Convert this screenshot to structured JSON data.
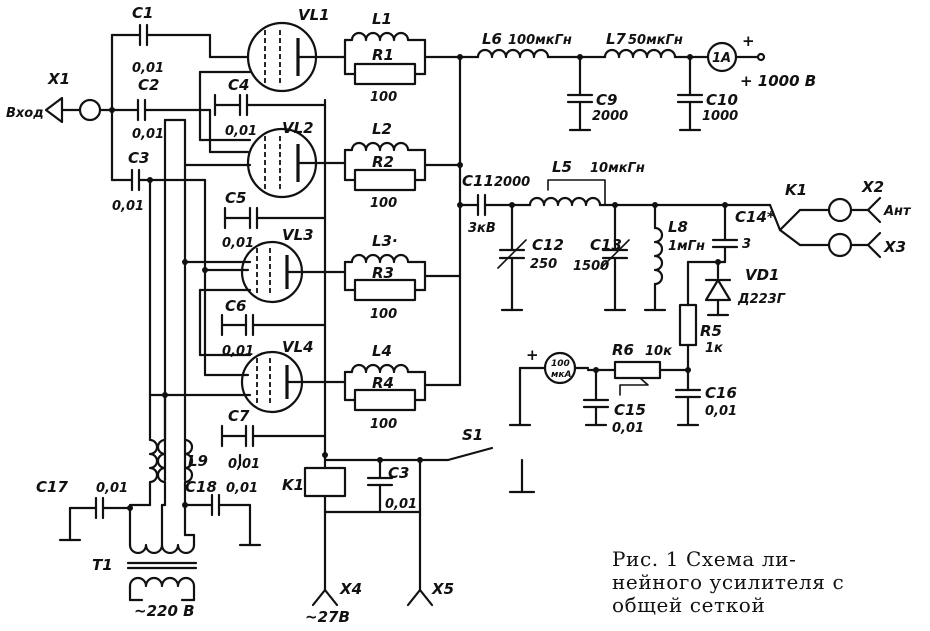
{
  "labels": {
    "X1": "X1",
    "vhod": "Вход",
    "X2": "X2",
    "ant": "Ант",
    "X3": "X3",
    "X4": "X4",
    "X5": "X5",
    "v27": "~27В",
    "v220": "~220 В",
    "v1000": "+ 1000 В",
    "plus": "+",
    "plus2": "+",
    "C1": "C1",
    "C1v": "0,01",
    "C2": "C2",
    "C2v": "0,01",
    "C3a": "C3",
    "C3av": "0,01",
    "C4": "C4",
    "C4v": "0,01",
    "C5": "C5",
    "C5v": "0,01",
    "C6": "C6",
    "C6v": "0,01",
    "C7": "C7",
    "C7v": "0,01",
    "C3b": "C3",
    "C3bv": "0,01",
    "C9": "C9",
    "C9v": "2000",
    "C10": "C10",
    "C10v": "1000",
    "C11": "C11",
    "C11v": "2000",
    "C11kv": "3кВ",
    "C12": "C12",
    "C12v": "250",
    "C13": "C13",
    "C13v": "1500",
    "C14": "C14*",
    "C14v": "3",
    "C15": "C15",
    "C15v": "0,01",
    "C16": "C16",
    "C16v": "0,01",
    "C17": "C17",
    "C17v": "0,01",
    "C18": "C18",
    "C18v": "0,01",
    "VL1": "VL1",
    "VL2": "VL2",
    "VL3": "VL3",
    "VL4": "VL4",
    "L1": "L1",
    "L2": "L2",
    "L3": "L3·",
    "L4": "L4",
    "R1": "R1",
    "R1v": "100",
    "R2": "R2",
    "R2v": "100",
    "R3": "R3",
    "R3v": "100",
    "R4": "R4",
    "R4v": "100",
    "L6": "L6",
    "L6v": "100мкГн",
    "L7": "L7",
    "L7v": "50мкГн",
    "L5": "L5",
    "L5v": "10мкГн",
    "L8": "L8",
    "L8v": "1мГн",
    "L9": "L9",
    "K1a": "K1",
    "K1b": "K1",
    "VD1": "VD1",
    "VD1v": "Д223Г",
    "R5": "R5",
    "R5v": "1к",
    "R6": "R6",
    "R6v": "10к",
    "S1": "S1",
    "T1": "T1",
    "meter1": "1А",
    "meter2a": "100",
    "meter2b": "мкА"
  },
  "caption": {
    "line1": "Рис. 1    Схема ли-",
    "line2": "нейного усилителя с",
    "line3": "общей сеткой"
  }
}
